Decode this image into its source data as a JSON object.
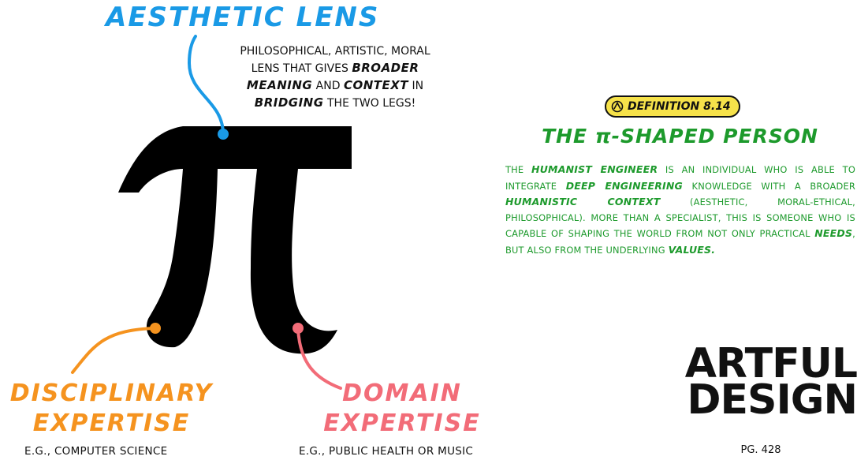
{
  "aesthetic": {
    "title": "AESTHETIC LENS",
    "caption_l1": "PHILOSOPHICAL, ARTISTIC, MORAL",
    "caption_l2_a": "LENS THAT GIVES ",
    "caption_l2_b": "BROADER",
    "caption_l3_a": "MEANING",
    "caption_l3_b": " AND ",
    "caption_l3_c": "CONTEXT",
    "caption_l3_d": " IN",
    "caption_l4_a": "BRIDGING",
    "caption_l4_b": " THE TWO LEGS!"
  },
  "disciplinary": {
    "line1": "DISCIPLINARY",
    "line2": "EXPERTISE",
    "example": "E.G., COMPUTER SCIENCE"
  },
  "domain": {
    "line1": "DOMAIN",
    "line2": "EXPERTISE",
    "example": "E.G., PUBLIC HEALTH OR MUSIC"
  },
  "definition": {
    "badge": "DEFINITION 8.14",
    "title": "THE π-SHAPED PERSON",
    "p1": "THE ",
    "b1": "HUMANIST ENGINEER",
    "p2": " IS AN INDIVIDUAL WHO IS ABLE TO INTEGRATE ",
    "b2": "DEEP ENGINEERING",
    "p3": " KNOWLEDGE WITH A BROADER ",
    "b3": "HUMANISTIC CONTEXT",
    "p4": " (AESTHETIC, MORAL-ETHICAL, PHILOSOPHICAL).  MORE THAN A SPECIALIST, THIS IS SOMEONE WHO IS CAPABLE OF SHAPING THE WORLD FROM NOT ONLY PRACTICAL ",
    "b4": "NEEDS",
    "p5": ", BUT ALSO FROM THE UNDERLYING ",
    "b5": "VALUES."
  },
  "logo": {
    "line1": "ARTFUL",
    "line2": "DESIGN"
  },
  "page": "PG. 428",
  "colors": {
    "blue": "#1a9ae6",
    "orange": "#f5931f",
    "pink": "#f26c78",
    "green": "#1d9a2c",
    "badge": "#f6e24a"
  }
}
